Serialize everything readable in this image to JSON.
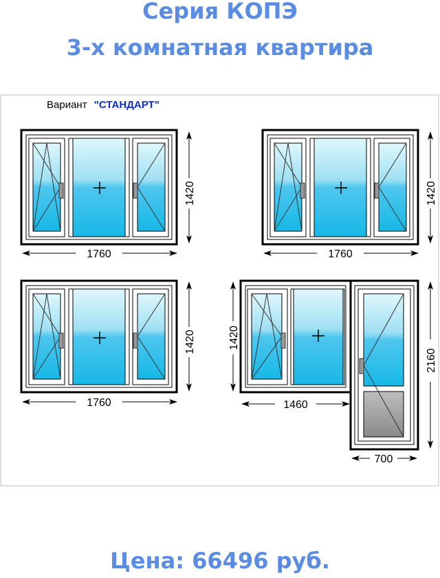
{
  "header": {
    "series": "Серия КОПЭ",
    "apartment": "3-х комнатная квартира"
  },
  "panel": {
    "variant_label": "Вариант",
    "variant_name": "\"СТАНДАРТ\""
  },
  "windows": [
    {
      "width": "1760",
      "height": "1420"
    },
    {
      "width": "1760",
      "height": "1420"
    },
    {
      "width": "1760",
      "height": "1420"
    },
    {
      "width": "1460",
      "height": "1420"
    }
  ],
  "balcony_door": {
    "width": "700",
    "height": "2160"
  },
  "footer": {
    "price": "Цена: 66496 руб."
  },
  "colors": {
    "title": "#5a8ce4",
    "variant_name": "#0b2fd0",
    "glass_top": "#dff7fb",
    "glass_bottom": "#16b8e6"
  }
}
